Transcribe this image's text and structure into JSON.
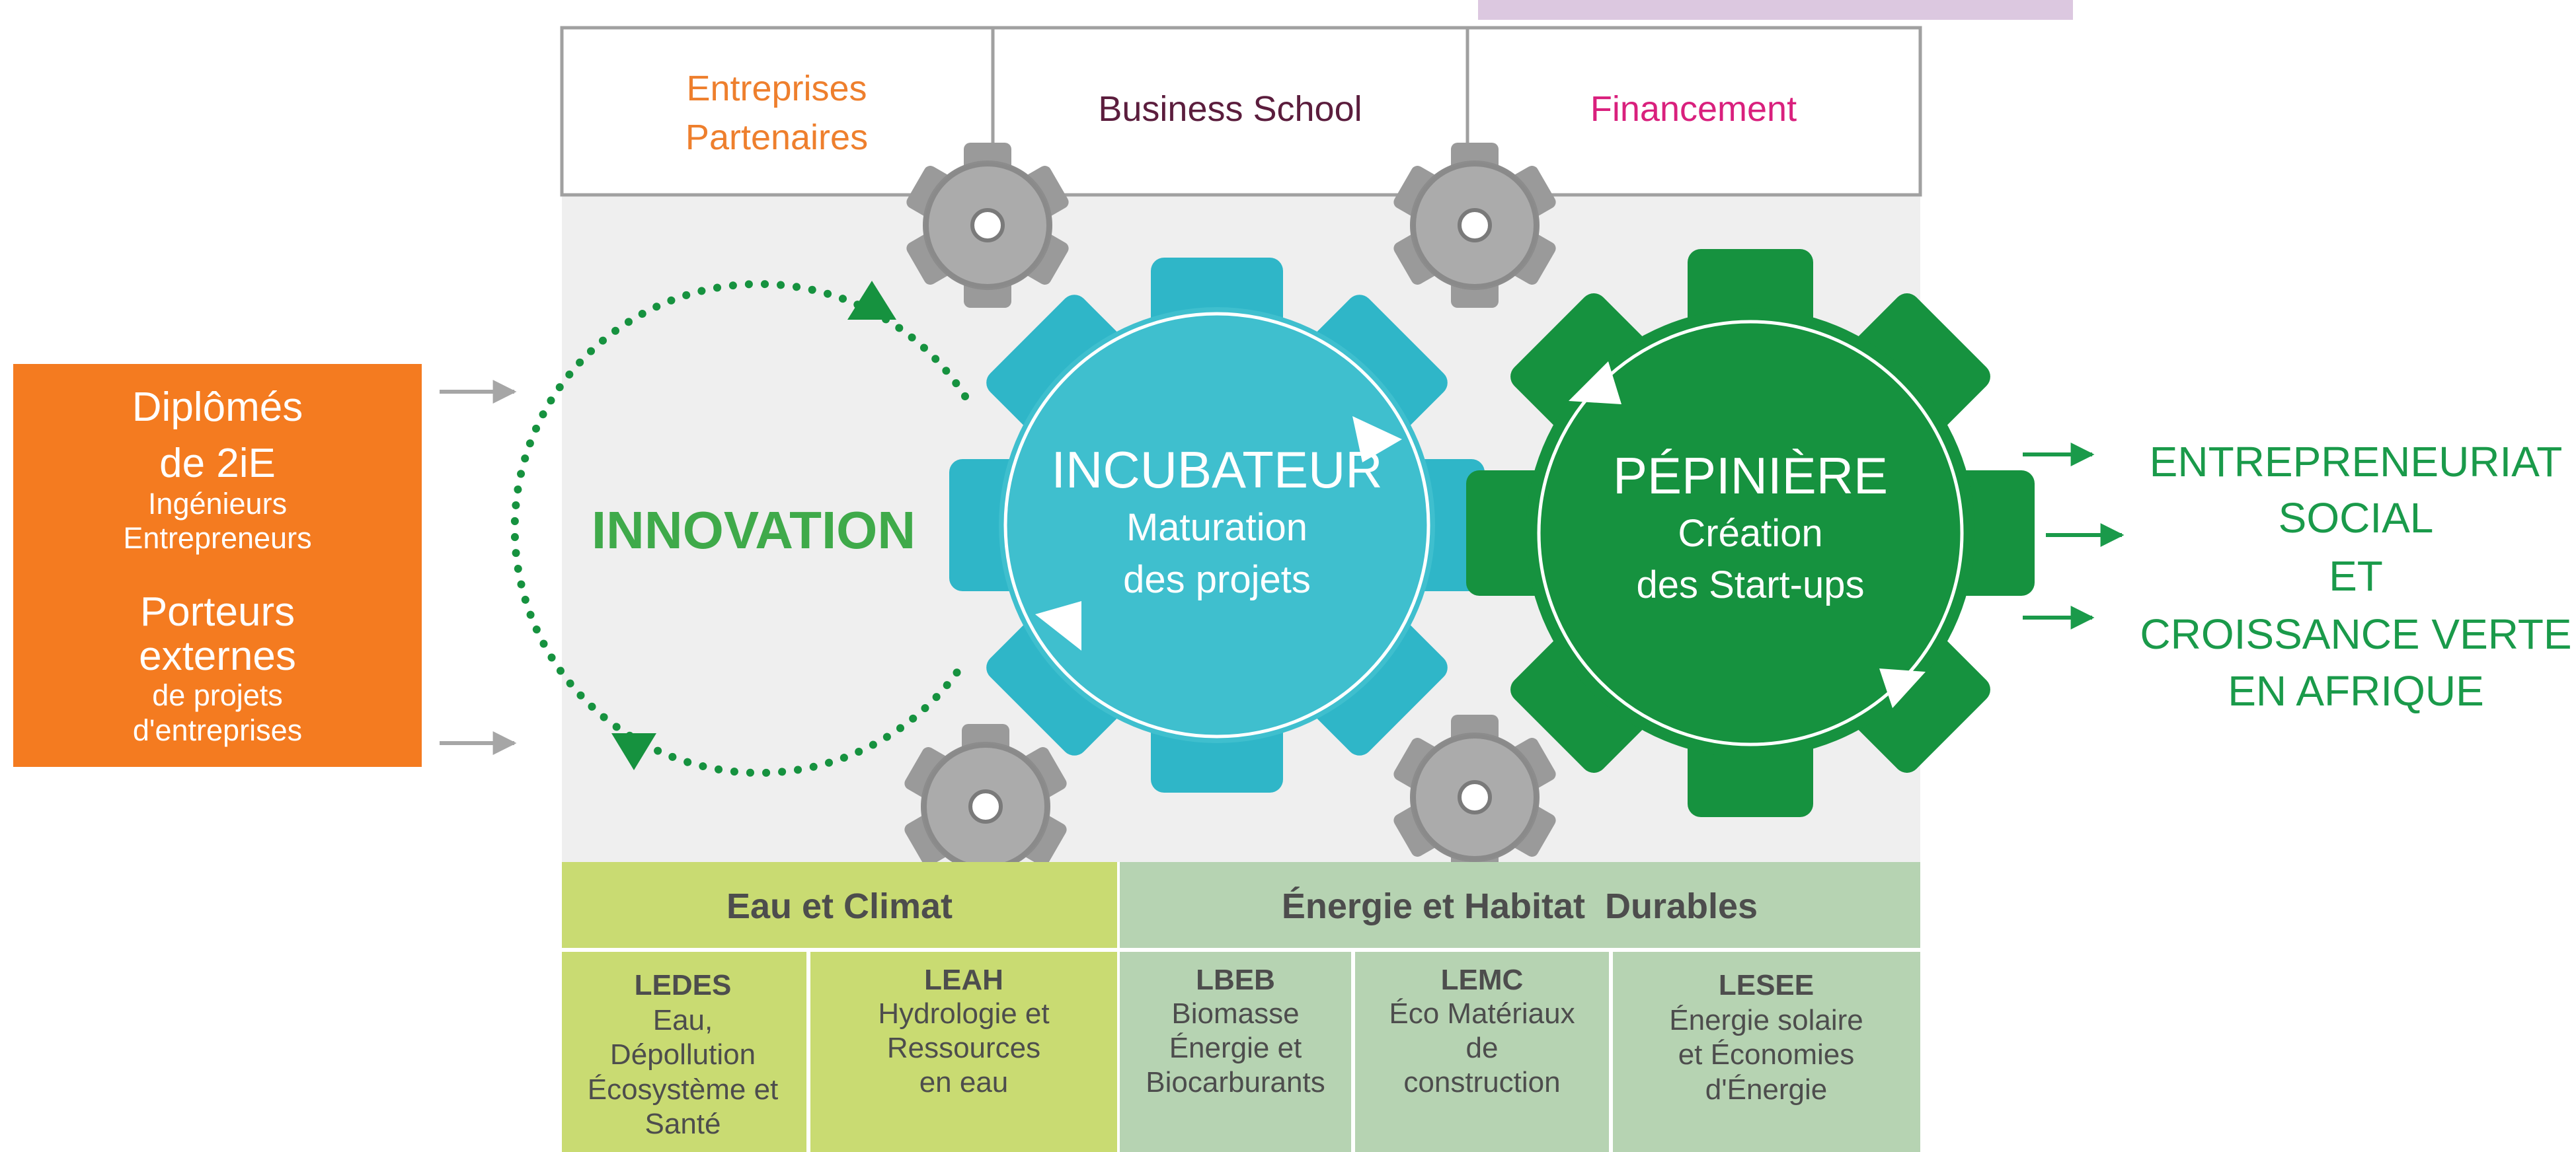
{
  "colors": {
    "orange": "#f47b20",
    "partner_orange": "#ee7f2d",
    "partner_dark": "#5b1d3d",
    "partner_pink": "#d9207d",
    "green": "#16923f",
    "innovation_green": "#3faa4a",
    "incubator_blue": "#3fbfce",
    "gear_grey": "#9c9c9c",
    "panel_grey": "#efefef",
    "lab_lime": "#c9db72",
    "lab_sage": "#b6d3b2",
    "outcome_green": "#1a9a4a"
  },
  "inputs": {
    "line1": "Diplômés",
    "line2": "de 2iE",
    "line3": "Ingénieurs",
    "line4": "Entrepreneurs",
    "line5": "Porteurs",
    "line6": "externes",
    "line7": "de projets",
    "line8": "d'entreprises"
  },
  "partners": {
    "p1_line1": "Entreprises",
    "p1_line2": "Partenaires",
    "p2": "Business School",
    "p3": "Financement"
  },
  "innovation": {
    "label": "INNOVATION"
  },
  "incubator": {
    "title": "INCUBATEUR",
    "line1": "Maturation",
    "line2": "des projets"
  },
  "nursery": {
    "title": "PÉPINIÈRE",
    "line1": "Création",
    "line2": "des Start-ups"
  },
  "outcome": {
    "line1": "ENTREPRENEURIAT",
    "line2": "SOCIAL",
    "line3": "ET",
    "line4": "CROISSANCE VERTE",
    "line5": "EN AFRIQUE"
  },
  "labs": {
    "water_head": "Eau et Climat",
    "energy_head": "Énergie et Habitat  Durables",
    "ledes": {
      "code": "LEDES",
      "l1": "Eau,",
      "l2": "Dépollution",
      "l3": "Écosystème et",
      "l4": "Santé"
    },
    "leah": {
      "code": "LEAH",
      "l1": "Hydrologie et",
      "l2": "Ressources",
      "l3": "en eau"
    },
    "lbeb": {
      "code": "LBEB",
      "l1": "Biomasse",
      "l2": "Énergie et",
      "l3": "Biocarburants"
    },
    "lemc": {
      "code": "LEMC",
      "l1": "Éco Matériaux",
      "l2": "de",
      "l3": "construction"
    },
    "lesee": {
      "code": "LESEE",
      "l1": "Énergie solaire",
      "l2": "et Économies",
      "l3": "d'Énergie"
    }
  }
}
